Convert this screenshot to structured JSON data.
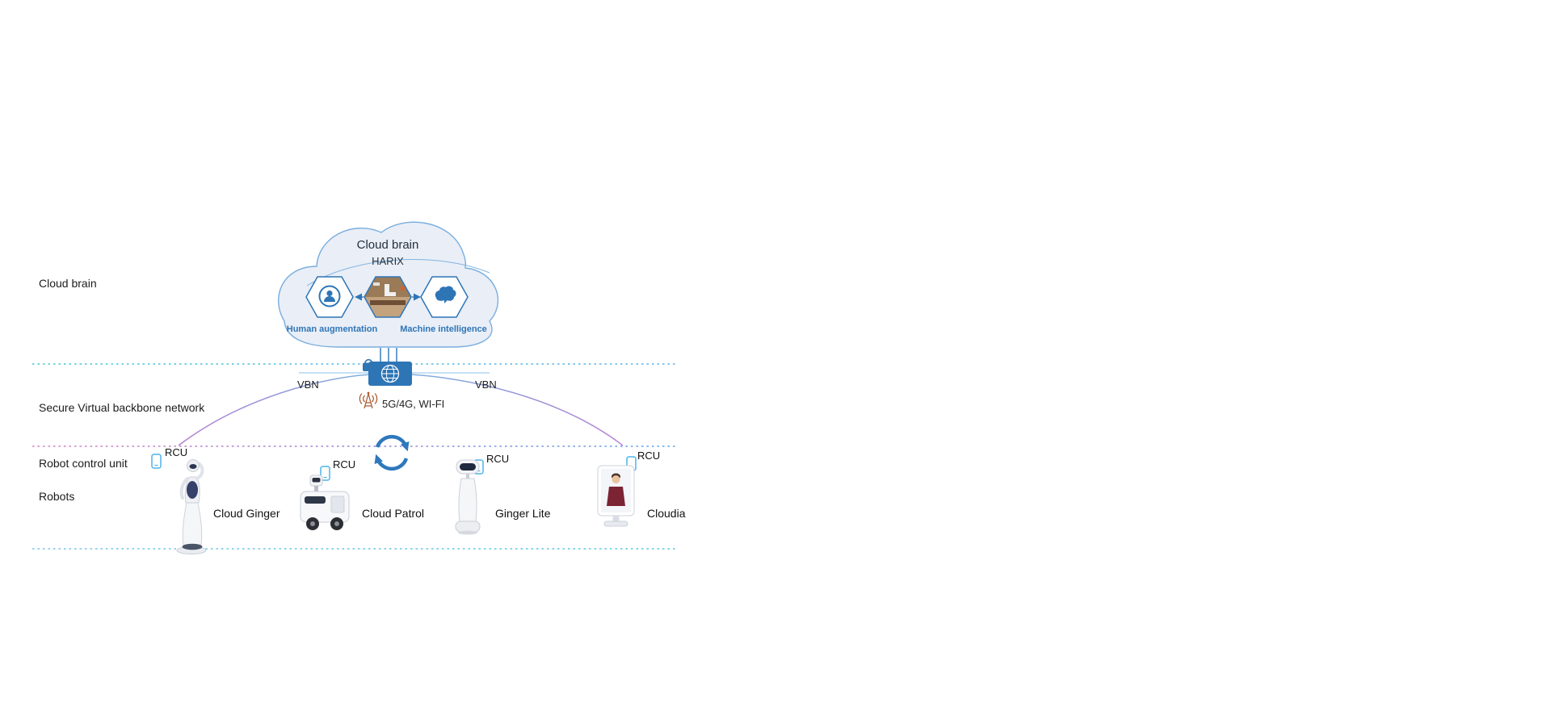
{
  "layers": {
    "cloud_brain": "Cloud brain",
    "vbn": "Secure Virtual backbone network",
    "rcu": "Robot control unit",
    "robots": "Robots"
  },
  "cloud": {
    "title": "Cloud brain",
    "subtitle": "HARIX",
    "left_capability": "Human augmentation",
    "right_capability": "Machine intelligence"
  },
  "network": {
    "vbn_left": "VBN",
    "vbn_right": "VBN",
    "wireless": "5G/4G, WI-FI"
  },
  "rcu_label": "RCU",
  "robots": [
    {
      "name": "Cloud Ginger"
    },
    {
      "name": "Cloud Patrol"
    },
    {
      "name": "Ginger Lite"
    },
    {
      "name": "Cloudia"
    }
  ],
  "icons": [
    "person-icon",
    "scene-photo",
    "brain-icon",
    "lock-icon",
    "globe-icon",
    "antenna-icon",
    "sync-icon",
    "phone-icon"
  ],
  "colors": {
    "accent_blue": "#2e75b6",
    "cloud_fill": "#e9eef7",
    "cloud_stroke": "#79aede",
    "teal_divider": "#45c8d8",
    "purple_divider": "#d77ec6",
    "blue_divider": "#5cb2ea",
    "antenna_brown": "#a8552b"
  }
}
